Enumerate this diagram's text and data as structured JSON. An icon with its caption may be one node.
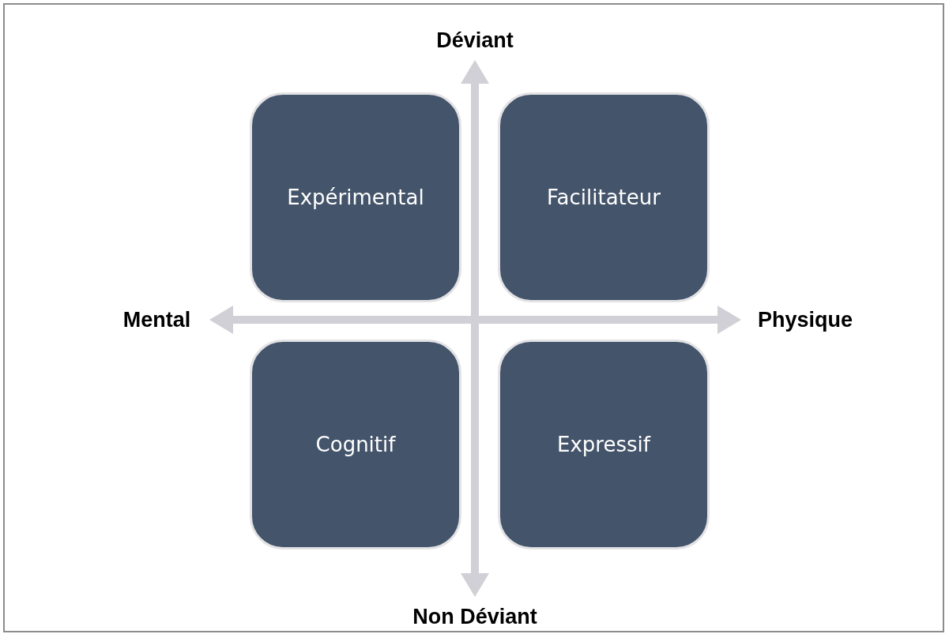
{
  "diagram": {
    "nodes": [
      {
        "text": [
          "Déviant"
        ]
      },
      {
        "text": [
          "Expérimental"
        ]
      },
      {
        "text": [
          "Facilitateur"
        ]
      },
      {
        "text": [
          "Mental"
        ]
      },
      {
        "text": [
          "Physique"
        ]
      },
      {
        "text": [
          "Cognitif"
        ]
      },
      {
        "text": [
          "Expressif"
        ]
      },
      {
        "text": [
          "Non Déviant"
        ]
      }
    ],
    "edges": [
      {
        "from": 0,
        "to": 7,
        "arrow": "both"
      },
      {
        "from": 3,
        "to": 4,
        "arrow": "both"
      }
    ]
  }
}
